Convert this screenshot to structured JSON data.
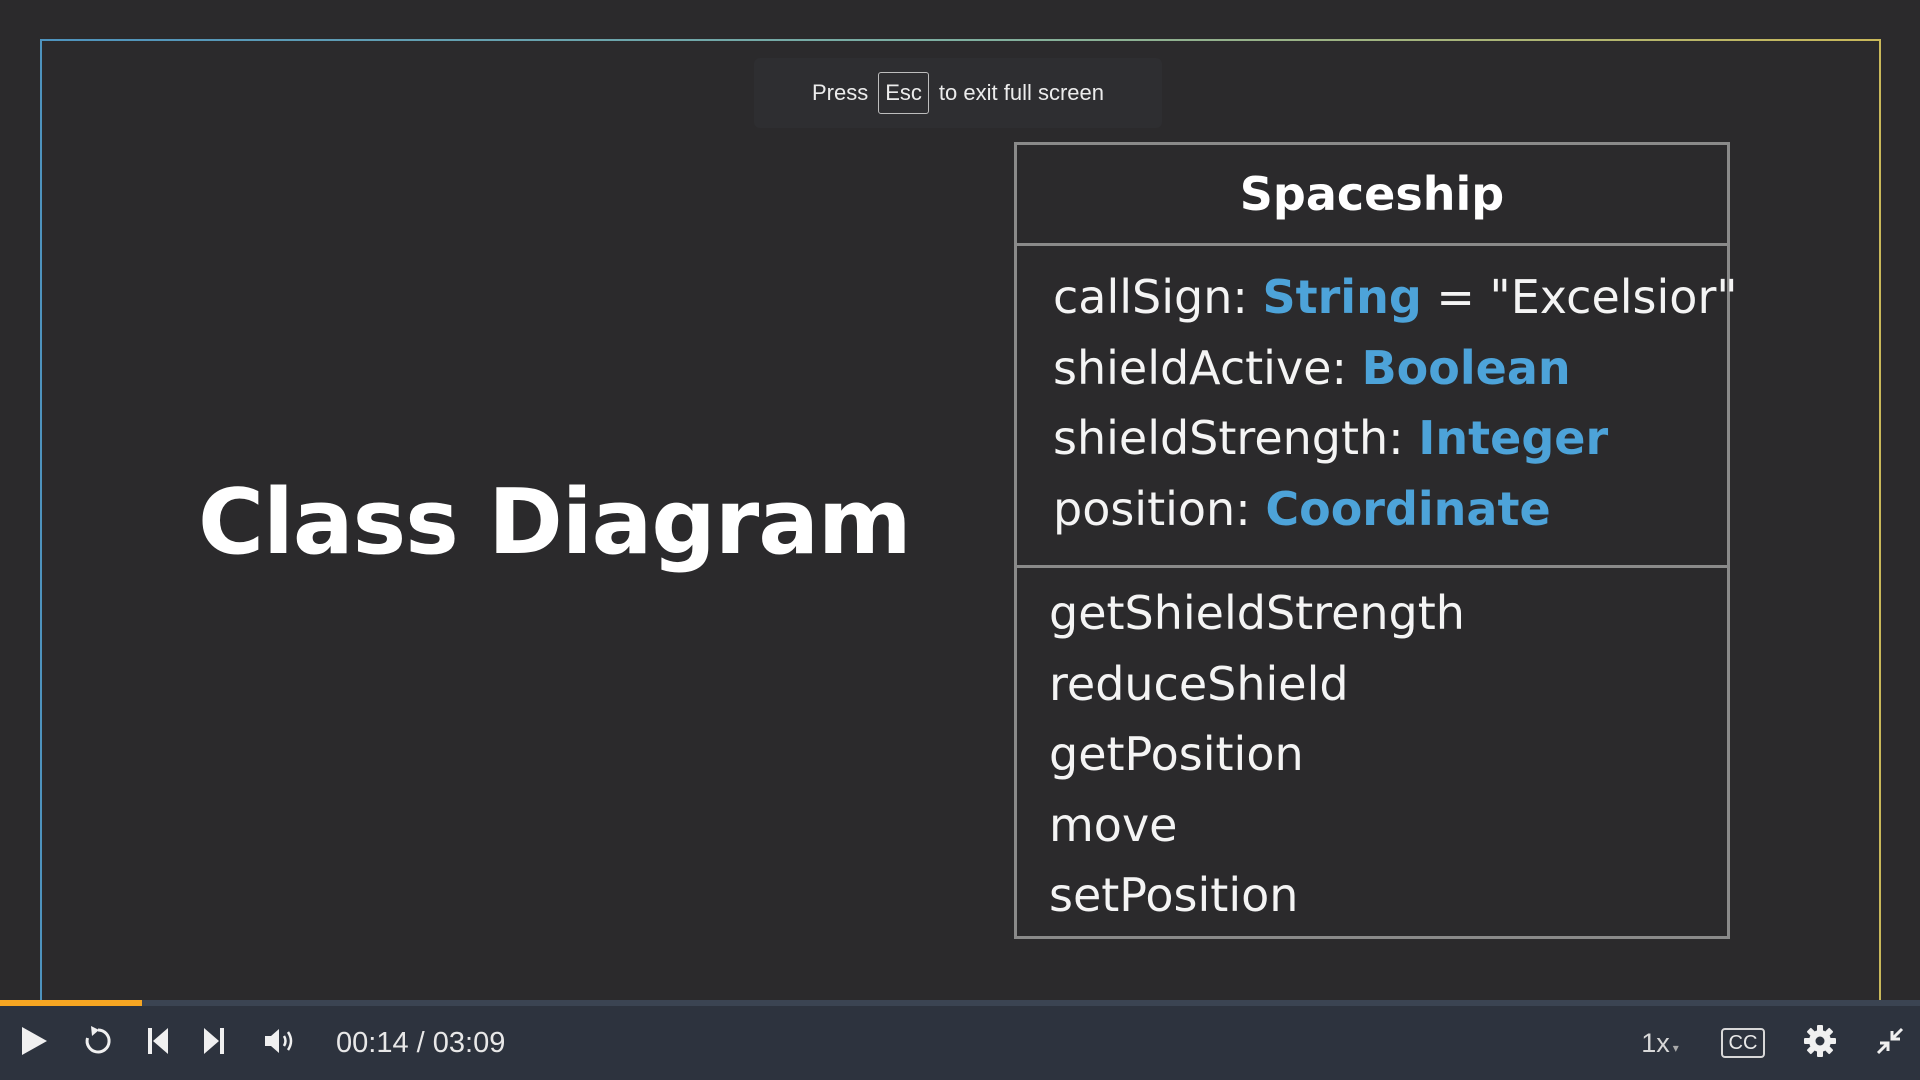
{
  "overlay": {
    "press_label": "Press",
    "key_label": "Esc",
    "suffix_label": "to exit full screen"
  },
  "slide": {
    "title": "Class Diagram",
    "class_diagram": {
      "class_name": "Spaceship",
      "attributes": [
        {
          "name": "callSign",
          "colon": ":",
          "type": "String",
          "default": "= \"Excelsior\""
        },
        {
          "name": "shieldActive",
          "colon": ":",
          "type": "Boolean",
          "default": ""
        },
        {
          "name": "shieldStrength",
          "colon": ":",
          "type": "Integer",
          "default": ""
        },
        {
          "name": "position",
          "colon": ":",
          "type": "Coordinate",
          "default": ""
        }
      ],
      "methods": [
        "getShieldStrength",
        "reduceShield",
        "getPosition",
        "move",
        "setPosition"
      ]
    },
    "type_color": "#4da3d9"
  },
  "player": {
    "current_time": "00:14",
    "separator": "/",
    "duration": "03:09",
    "progress_fraction": 0.074,
    "speed_label": "1x",
    "cc_label": "CC",
    "accent_color": "#f6a623",
    "icons": [
      "play-icon",
      "replay-icon",
      "skip-back-icon",
      "skip-forward-icon",
      "volume-icon",
      "settings-gear-icon",
      "exit-fullscreen-icon"
    ]
  }
}
